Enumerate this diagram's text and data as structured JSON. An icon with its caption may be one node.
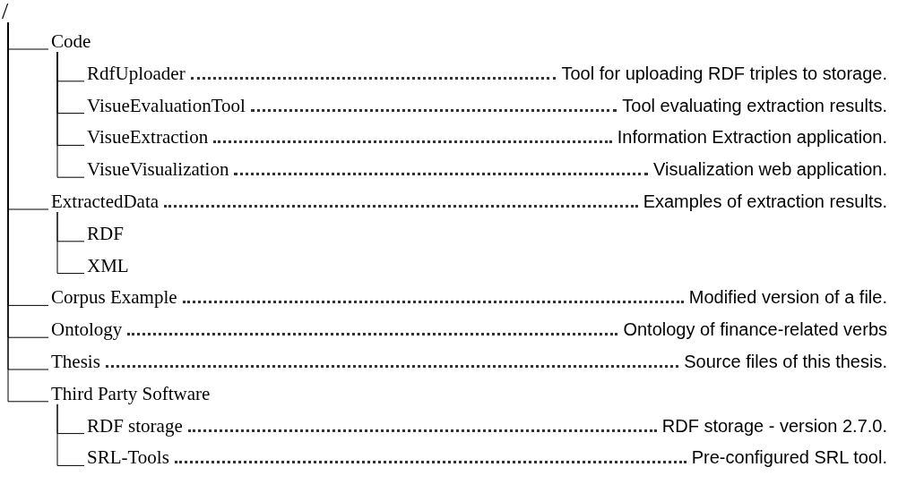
{
  "diagram": {
    "nodes": [
      {
        "text": [
          "/"
        ]
      },
      {
        "text": [
          "Code"
        ]
      },
      {
        "text": [
          "RdfUploader",
          "Tool for uploading RDF triples to storage."
        ]
      },
      {
        "text": [
          "VisueEvaluationTool",
          "Tool evaluating extraction results."
        ]
      },
      {
        "text": [
          "VisueExtraction",
          "Information Extraction application."
        ]
      },
      {
        "text": [
          "VisueVisualization",
          "Visualization web application."
        ]
      },
      {
        "text": [
          "ExtractedData",
          "Examples of extraction results."
        ]
      },
      {
        "text": [
          "RDF"
        ]
      },
      {
        "text": [
          "XML"
        ]
      },
      {
        "text": [
          "Corpus Example",
          "Modified version of a file."
        ]
      },
      {
        "text": [
          "Ontology",
          "Ontology of finance-related verbs"
        ]
      },
      {
        "text": [
          "Thesis",
          "Source files of this thesis."
        ]
      },
      {
        "text": [
          "Third Party Software"
        ]
      },
      {
        "text": [
          "RDF storage",
          "RDF storage - version 2.7.0."
        ]
      },
      {
        "text": [
          "SRL-Tools",
          "Pre-configured SRL tool."
        ]
      }
    ],
    "edges": [
      {
        "from": 0,
        "to": 1,
        "arrow": "none"
      },
      {
        "from": 1,
        "to": 2,
        "arrow": "none"
      },
      {
        "from": 1,
        "to": 3,
        "arrow": "none"
      },
      {
        "from": 1,
        "to": 4,
        "arrow": "none"
      },
      {
        "from": 1,
        "to": 5,
        "arrow": "none"
      },
      {
        "from": 0,
        "to": 6,
        "arrow": "none"
      },
      {
        "from": 6,
        "to": 7,
        "arrow": "none"
      },
      {
        "from": 6,
        "to": 8,
        "arrow": "none"
      },
      {
        "from": 0,
        "to": 9,
        "arrow": "none"
      },
      {
        "from": 0,
        "to": 10,
        "arrow": "none"
      },
      {
        "from": 0,
        "to": 11,
        "arrow": "none"
      },
      {
        "from": 0,
        "to": 12,
        "arrow": "none"
      },
      {
        "from": 12,
        "to": 13,
        "arrow": "none"
      },
      {
        "from": 12,
        "to": 14,
        "arrow": "none"
      }
    ]
  }
}
